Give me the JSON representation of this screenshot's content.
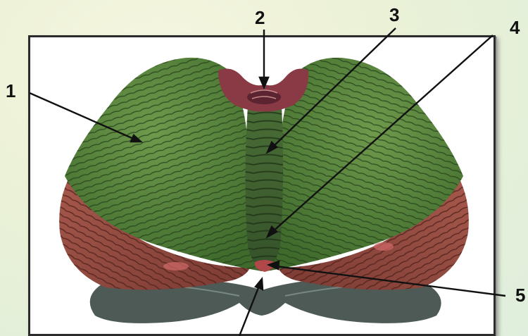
{
  "labels": {
    "n1": "1",
    "n2": "2",
    "n3": "3",
    "n4": "4",
    "n5": "5"
  },
  "colors": {
    "background": "#e8f0d8",
    "frame_border": "#2b2b2b",
    "vermis_green": "#4f7a36",
    "hemisphere_green": "#5e8c3f",
    "lobe_red": "#9a4a42",
    "base_gray": "#4d5a55"
  }
}
